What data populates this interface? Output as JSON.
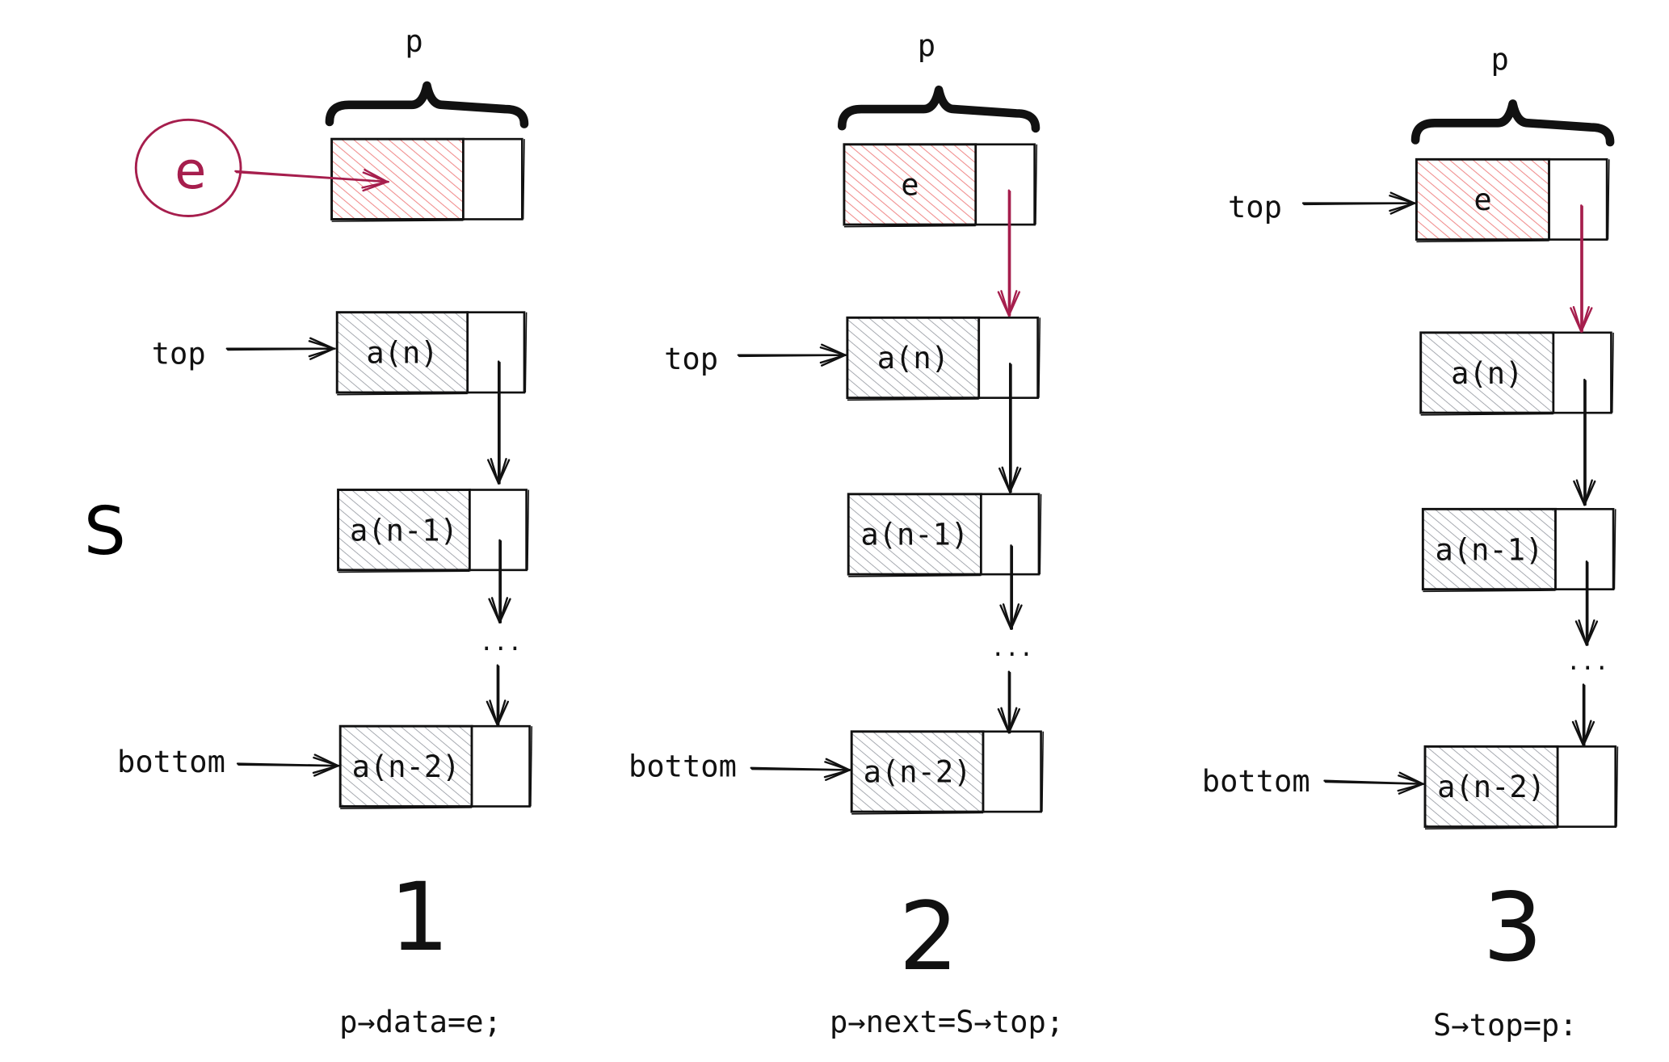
{
  "stack_label": "S",
  "new_element_circle_label": "e",
  "panels": [
    {
      "number": "1",
      "code": "p→data=e;",
      "pointer_label": "p",
      "new_node_label": "",
      "top_label": "top",
      "bottom_label": "bottom",
      "nodes": [
        "a(n)",
        "a(n-1)",
        "a(n-2)"
      ],
      "ellipsis": "..."
    },
    {
      "number": "2",
      "code": "p→next=S→top;",
      "pointer_label": "p",
      "new_node_label": "e",
      "top_label": "top",
      "bottom_label": "bottom",
      "nodes": [
        "a(n)",
        "a(n-1)",
        "a(n-2)"
      ],
      "ellipsis": "..."
    },
    {
      "number": "3",
      "code": "S→top=p:",
      "pointer_label": "p",
      "new_node_label": "e",
      "top_label": "top",
      "bottom_label": "bottom",
      "nodes": [
        "a(n)",
        "a(n-1)",
        "a(n-2)"
      ],
      "ellipsis": "..."
    }
  ],
  "colors": {
    "ink": "#111111",
    "accent": "#a61e4d",
    "red_hatch": "#f08c8c",
    "gray_hatch": "#a0a4ab"
  }
}
